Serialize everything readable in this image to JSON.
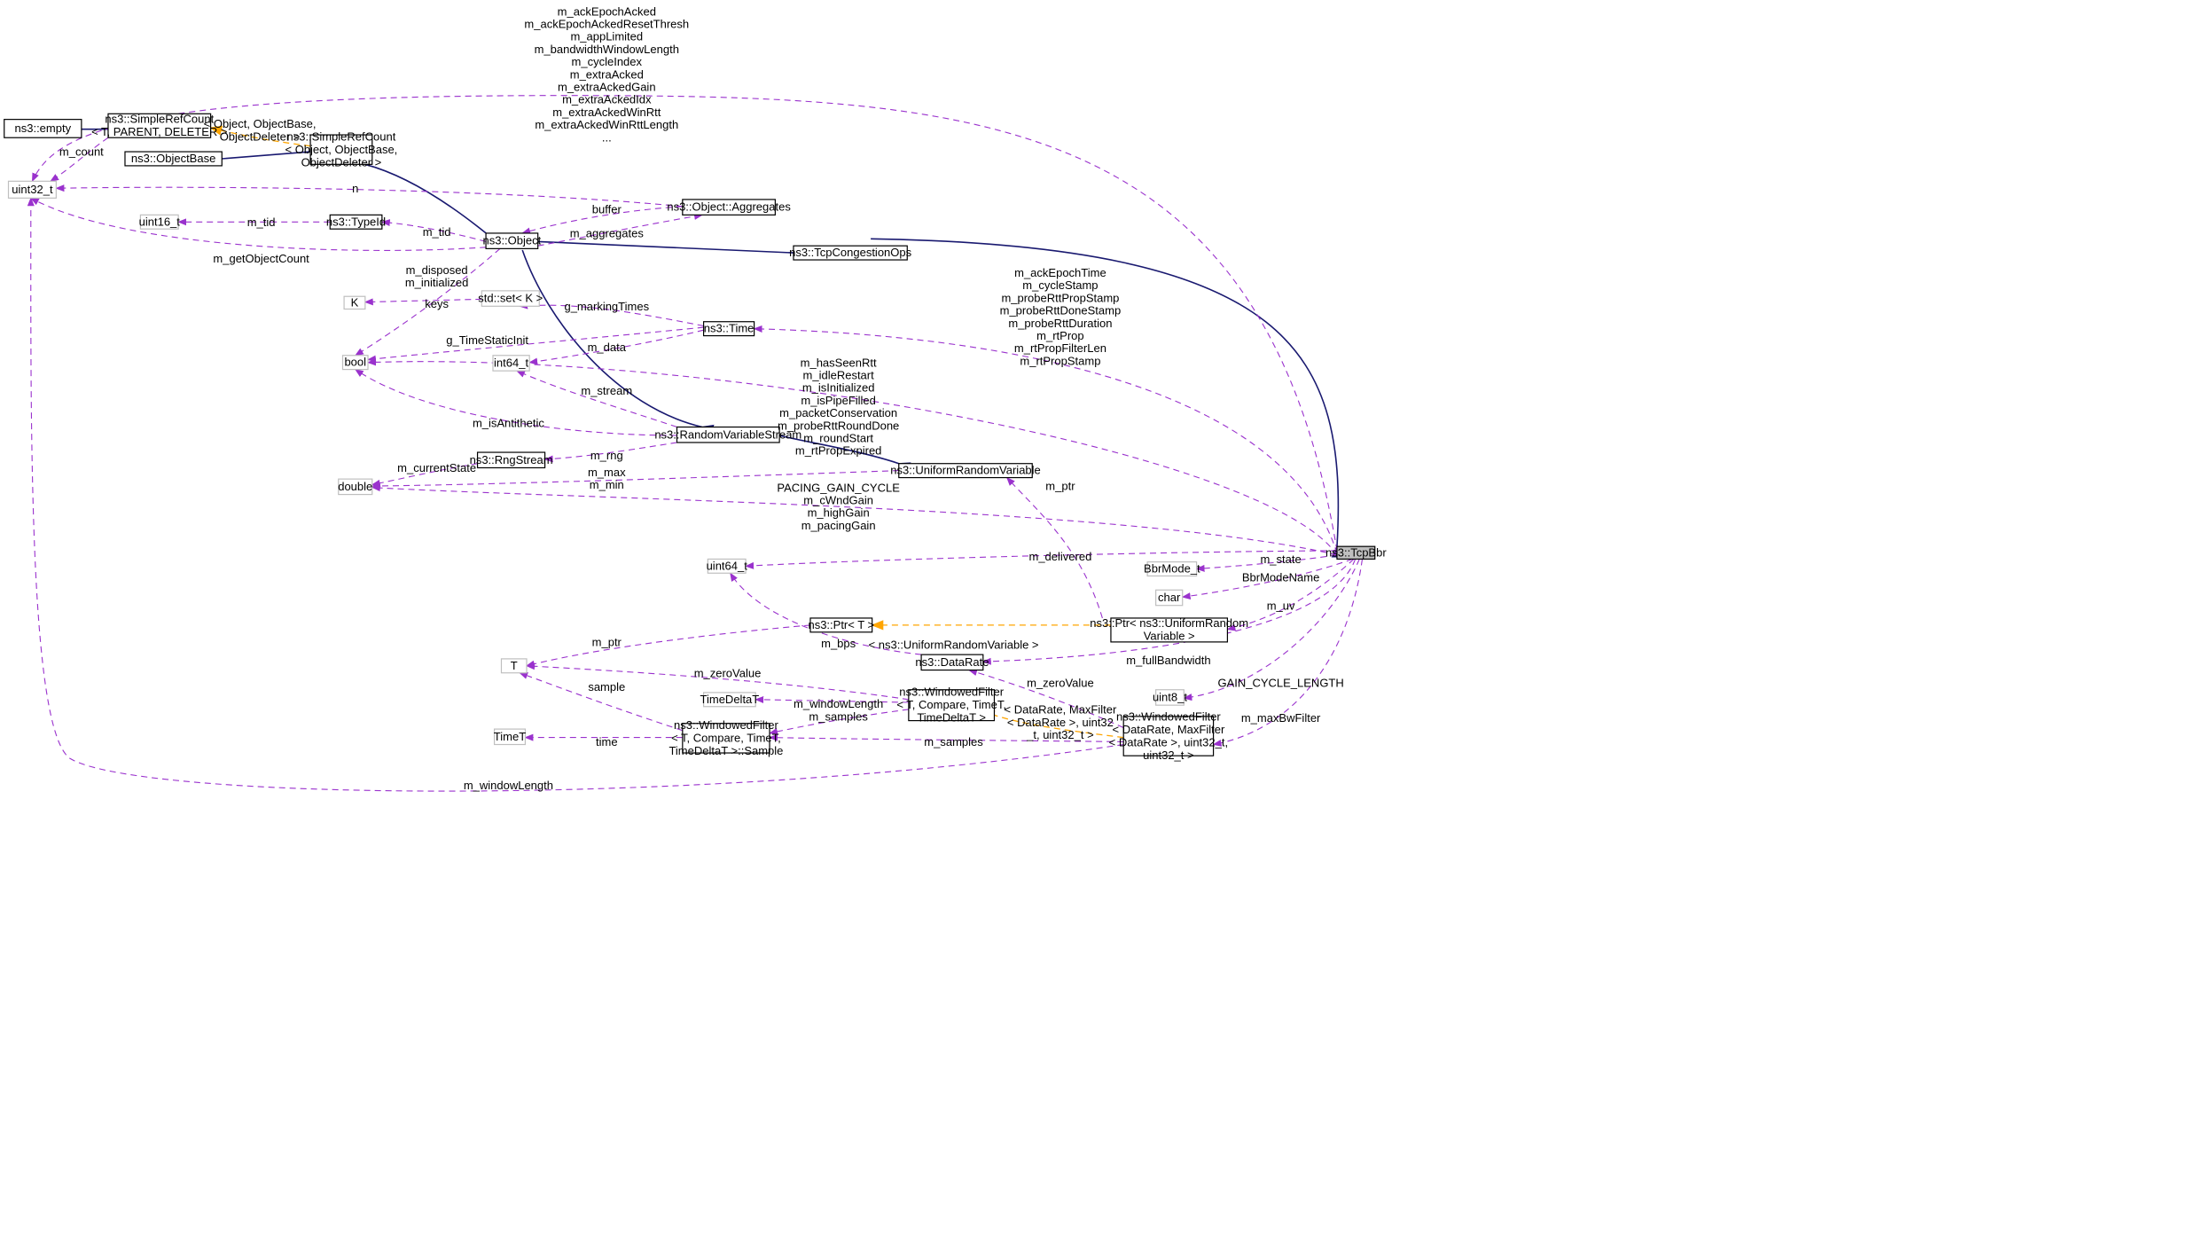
{
  "diagram": {
    "nodes": [
      {
        "id": "empty",
        "lines": [
          "ns3::empty"
        ],
        "style": "solid"
      },
      {
        "id": "simplerefcount_t",
        "lines": [
          "ns3::SimpleRefCount",
          "< T, PARENT, DELETER >"
        ],
        "style": "solid"
      },
      {
        "id": "uint32",
        "lines": [
          "uint32_t"
        ],
        "style": "muted"
      },
      {
        "id": "objectbase",
        "lines": [
          "ns3::ObjectBase"
        ],
        "style": "solid"
      },
      {
        "id": "simplerefcount_obj",
        "lines": [
          "ns3::SimpleRefCount",
          "< Object, ObjectBase,",
          "ObjectDeleter >"
        ],
        "style": "solid"
      },
      {
        "id": "uint16",
        "lines": [
          "uint16_t"
        ],
        "style": "muted"
      },
      {
        "id": "typeid",
        "lines": [
          "ns3::TypeId"
        ],
        "style": "solid"
      },
      {
        "id": "aggregates",
        "lines": [
          "ns3::Object::Aggregates"
        ],
        "style": "solid"
      },
      {
        "id": "object",
        "lines": [
          "ns3::Object"
        ],
        "style": "solid"
      },
      {
        "id": "tcpcongops",
        "lines": [
          "ns3::TcpCongestionOps"
        ],
        "style": "solid"
      },
      {
        "id": "K",
        "lines": [
          "K"
        ],
        "style": "muted"
      },
      {
        "id": "setK",
        "lines": [
          "std::set< K >"
        ],
        "style": "muted"
      },
      {
        "id": "time",
        "lines": [
          "ns3::Time"
        ],
        "style": "solid"
      },
      {
        "id": "bool",
        "lines": [
          "bool"
        ],
        "style": "muted"
      },
      {
        "id": "int64",
        "lines": [
          "int64_t"
        ],
        "style": "muted"
      },
      {
        "id": "rvstream",
        "lines": [
          "ns3::RandomVariableStream"
        ],
        "style": "solid"
      },
      {
        "id": "rngstream",
        "lines": [
          "ns3::RngStream"
        ],
        "style": "solid"
      },
      {
        "id": "urv",
        "lines": [
          "ns3::UniformRandomVariable"
        ],
        "style": "solid"
      },
      {
        "id": "double",
        "lines": [
          "double"
        ],
        "style": "muted"
      },
      {
        "id": "tcpbbr",
        "lines": [
          "ns3::TcpBbr"
        ],
        "style": "highlight"
      },
      {
        "id": "uint64",
        "lines": [
          "uint64_t"
        ],
        "style": "muted"
      },
      {
        "id": "bbrmode",
        "lines": [
          "BbrMode_t"
        ],
        "style": "muted"
      },
      {
        "id": "char",
        "lines": [
          "char"
        ],
        "style": "muted"
      },
      {
        "id": "ptrT",
        "lines": [
          "ns3::Ptr< T >"
        ],
        "style": "solid"
      },
      {
        "id": "ptrURV",
        "lines": [
          "ns3::Ptr< ns3::UniformRandom",
          "Variable >"
        ],
        "style": "solid"
      },
      {
        "id": "T",
        "lines": [
          "T"
        ],
        "style": "muted"
      },
      {
        "id": "datarate",
        "lines": [
          "ns3::DataRate"
        ],
        "style": "solid"
      },
      {
        "id": "timedeltat",
        "lines": [
          "TimeDeltaT"
        ],
        "style": "muted"
      },
      {
        "id": "wf_generic",
        "lines": [
          "ns3::WindowedFilter",
          "< T, Compare, TimeT,",
          "TimeDeltaT >"
        ],
        "style": "solid"
      },
      {
        "id": "uint8",
        "lines": [
          "uint8_t"
        ],
        "style": "muted"
      },
      {
        "id": "timet",
        "lines": [
          "TimeT"
        ],
        "style": "muted"
      },
      {
        "id": "sample",
        "lines": [
          "ns3::WindowedFilter",
          "< T, Compare, TimeT,",
          "TimeDeltaT >::Sample"
        ],
        "style": "solid"
      },
      {
        "id": "wf_dr",
        "lines": [
          "ns3::WindowedFilter",
          "< DataRate, MaxFilter",
          "< DataRate >, uint32_t,",
          "uint32_t >"
        ],
        "style": "solid"
      }
    ],
    "edge_labels": [
      {
        "id": "bbr_uint32",
        "lines": [
          "m_ackEpochAcked",
          "m_ackEpochAckedResetThresh",
          "m_appLimited",
          "m_bandwidthWindowLength",
          "m_cycleIndex",
          "m_extraAcked",
          "m_extraAckedGain",
          "m_extraAckedIdx",
          "m_extraAckedWinRtt",
          "m_extraAckedWinRttLength",
          "..."
        ]
      },
      {
        "id": "src_tmpl",
        "lines": [
          "< Object, ObjectBase,",
          "ObjectDeleter >"
        ]
      },
      {
        "id": "count",
        "lines": [
          "m_count"
        ]
      },
      {
        "id": "n",
        "lines": [
          "n"
        ]
      },
      {
        "id": "buffer",
        "lines": [
          "buffer"
        ]
      },
      {
        "id": "tid_typeid",
        "lines": [
          "m_tid"
        ]
      },
      {
        "id": "tid_object",
        "lines": [
          "m_tid"
        ]
      },
      {
        "id": "aggregates",
        "lines": [
          "m_aggregates"
        ]
      },
      {
        "id": "getobjectcount",
        "lines": [
          "m_getObjectCount"
        ]
      },
      {
        "id": "disposed",
        "lines": [
          "m_disposed",
          "m_initialized"
        ]
      },
      {
        "id": "keys",
        "lines": [
          "keys"
        ]
      },
      {
        "id": "markingtimes",
        "lines": [
          "g_markingTimes"
        ]
      },
      {
        "id": "timestatic",
        "lines": [
          "g_TimeStaticInit"
        ]
      },
      {
        "id": "mdata",
        "lines": [
          "m_data"
        ]
      },
      {
        "id": "bbr_time",
        "lines": [
          "m_ackEpochTime",
          "m_cycleStamp",
          "m_probeRttPropStamp",
          "m_probeRttDoneStamp",
          "m_probeRttDuration",
          "m_rtProp",
          "m_rtPropFilterLen",
          "m_rtPropStamp"
        ]
      },
      {
        "id": "bbr_bool",
        "lines": [
          "m_hasSeenRtt",
          "m_idleRestart",
          "m_isInitialized",
          "m_isPipeFilled",
          "m_packetConservation",
          "m_probeRttRoundDone",
          "m_roundStart",
          "m_rtPropExpired"
        ]
      },
      {
        "id": "stream",
        "lines": [
          "m_stream"
        ]
      },
      {
        "id": "antithetic",
        "lines": [
          "m_isAntithetic"
        ]
      },
      {
        "id": "rng",
        "lines": [
          "m_rng"
        ]
      },
      {
        "id": "currentstate",
        "lines": [
          "m_currentState"
        ]
      },
      {
        "id": "maxmin",
        "lines": [
          "m_max",
          "m_min"
        ]
      },
      {
        "id": "bbr_double",
        "lines": [
          "PACING_GAIN_CYCLE",
          "m_cWndGain",
          "m_highGain",
          "m_pacingGain"
        ]
      },
      {
        "id": "mptr_urv",
        "lines": [
          "m_ptr"
        ]
      },
      {
        "id": "delivered",
        "lines": [
          "m_delivered"
        ]
      },
      {
        "id": "state",
        "lines": [
          "m_state"
        ]
      },
      {
        "id": "modename",
        "lines": [
          "BbrModeName"
        ]
      },
      {
        "id": "uv",
        "lines": [
          "m_uv"
        ]
      },
      {
        "id": "tmpl_urv",
        "lines": [
          "< ns3::UniformRandomVariable >"
        ]
      },
      {
        "id": "mptr_T",
        "lines": [
          "m_ptr"
        ]
      },
      {
        "id": "bps",
        "lines": [
          "m_bps"
        ]
      },
      {
        "id": "fullbw",
        "lines": [
          "m_fullBandwidth"
        ]
      },
      {
        "id": "zerovalue_T",
        "lines": [
          "m_zeroValue"
        ]
      },
      {
        "id": "zerovalue_dr",
        "lines": [
          "m_zeroValue"
        ]
      },
      {
        "id": "sample",
        "lines": [
          "sample"
        ]
      },
      {
        "id": "gaincycle",
        "lines": [
          "GAIN_CYCLE_LENGTH"
        ]
      },
      {
        "id": "windowlength",
        "lines": [
          "m_windowLength"
        ]
      },
      {
        "id": "samples_generic",
        "lines": [
          "m_samples"
        ]
      },
      {
        "id": "tmpl_wf",
        "lines": [
          "< DataRate, MaxFilter",
          "< DataRate >, uint32",
          "_t, uint32_t >"
        ]
      },
      {
        "id": "maxbw",
        "lines": [
          "m_maxBwFilter"
        ]
      },
      {
        "id": "time_label",
        "lines": [
          "time"
        ]
      },
      {
        "id": "samples_dr",
        "lines": [
          "m_samples"
        ]
      },
      {
        "id": "windowlength_u32",
        "lines": [
          "m_windowLength"
        ]
      }
    ]
  }
}
